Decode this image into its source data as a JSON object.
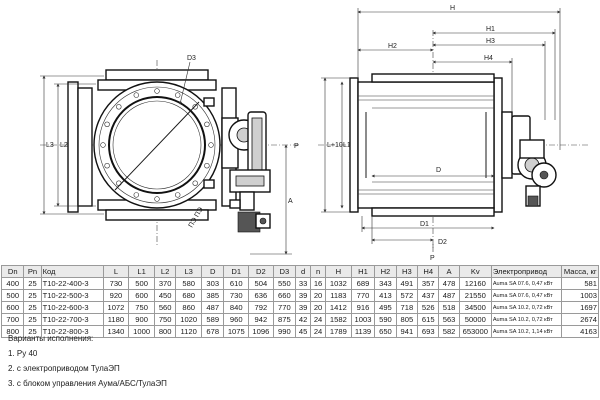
{
  "drawing": {
    "labels": {
      "h": "H",
      "h1": "H1",
      "h2": "H2",
      "h3": "H3",
      "h4": "H4",
      "l1": "L1",
      "l2": "L2",
      "l3": "L3",
      "l10": "L+10",
      "d": "D",
      "d1": "D1",
      "d2": "D2",
      "d3": "D3",
      "a": "A",
      "p": "P",
      "hatch_text": "ПЭ ПЭ"
    }
  },
  "table": {
    "headers": [
      "Dn",
      "Pn",
      "Код",
      "L",
      "L1",
      "L2",
      "L3",
      "D",
      "D1",
      "D2",
      "D3",
      "d",
      "n",
      "H",
      "H1",
      "H2",
      "H3",
      "H4",
      "A",
      "Kv",
      "Электропривод",
      "Масса, кг"
    ],
    "rows": [
      [
        "400",
        "25",
        "Т10-22-400-3",
        "730",
        "500",
        "370",
        "580",
        "303",
        "610",
        "504",
        "550",
        "33",
        "16",
        "1032",
        "689",
        "343",
        "491",
        "357",
        "478",
        "12160",
        "Auma SA 07.6, 0,47 кВт",
        "581"
      ],
      [
        "500",
        "25",
        "Т10-22-500-3",
        "920",
        "600",
        "450",
        "680",
        "385",
        "730",
        "636",
        "660",
        "39",
        "20",
        "1183",
        "770",
        "413",
        "572",
        "437",
        "487",
        "21550",
        "Auma SA 07.6, 0,47 кВт",
        "1003"
      ],
      [
        "600",
        "25",
        "Т10-22-600-3",
        "1072",
        "750",
        "560",
        "860",
        "487",
        "840",
        "792",
        "770",
        "39",
        "20",
        "1412",
        "916",
        "495",
        "718",
        "526",
        "518",
        "34500",
        "Auma SA 10.2, 0,72 кВт",
        "1697"
      ],
      [
        "700",
        "25",
        "Т10-22-700-3",
        "1180",
        "900",
        "750",
        "1020",
        "589",
        "960",
        "942",
        "875",
        "42",
        "24",
        "1582",
        "1003",
        "590",
        "805",
        "615",
        "563",
        "50000",
        "Auma SA 10.2, 0,72 кВт",
        "2674"
      ],
      [
        "800",
        "25",
        "Т10-22-800-3",
        "1340",
        "1000",
        "800",
        "1120",
        "678",
        "1075",
        "1096",
        "990",
        "45",
        "24",
        "1789",
        "1139",
        "650",
        "941",
        "693",
        "582",
        "653000",
        "Auma SA 10.2, 1,14 кВт",
        "4163"
      ]
    ]
  },
  "notes": {
    "title": "Варианты исполнения:",
    "items": [
      "1. Ру 40",
      "2. с электроприводом ТулаЭП",
      "3. с блоком управления Аума/АБС/ТулаЭП"
    ]
  }
}
